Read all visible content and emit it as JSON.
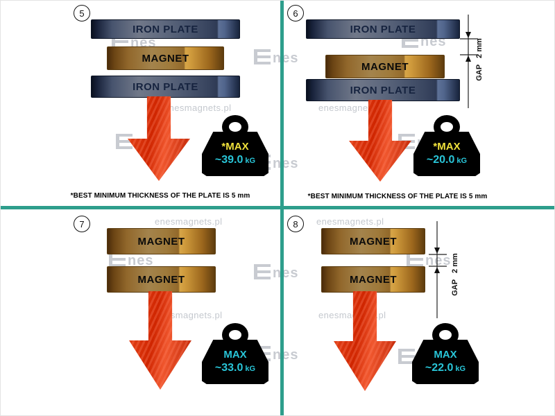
{
  "brand": {
    "watermark_text": "enesmagnets.pl",
    "logo_text": "nes"
  },
  "divider_color": "#2e9e8c",
  "panels": [
    {
      "number": "5",
      "layers": [
        {
          "type": "iron-plate",
          "label": "IRON PLATE"
        },
        {
          "type": "magnet",
          "label": "MAGNET"
        },
        {
          "type": "iron-plate",
          "label": "IRON PLATE"
        }
      ],
      "weight": {
        "label": "*MAX",
        "label_color": "#f0e13c",
        "value": "~39.0",
        "unit": "kG",
        "value_color": "#29c5d8"
      },
      "footnote": {
        "text": "*BEST MINIMUM THICKNESS OF THE PLATE IS",
        "bold": "5 mm"
      }
    },
    {
      "number": "6",
      "layers": [
        {
          "type": "iron-plate",
          "label": "IRON PLATE"
        },
        {
          "type": "magnet",
          "label": "MAGNET"
        },
        {
          "type": "iron-plate",
          "label": "IRON PLATE"
        }
      ],
      "gap": {
        "label": "GAP",
        "value": "2 mm"
      },
      "weight": {
        "label": "*MAX",
        "label_color": "#f0e13c",
        "value": "~20.0",
        "unit": "kG",
        "value_color": "#29c5d8"
      },
      "footnote": {
        "text": "*BEST MINIMUM THICKNESS OF THE PLATE IS",
        "bold": "5 mm"
      }
    },
    {
      "number": "7",
      "layers": [
        {
          "type": "magnet",
          "label": "MAGNET"
        },
        {
          "type": "magnet",
          "label": "MAGNET"
        }
      ],
      "weight": {
        "label": "MAX",
        "label_color": "#29c5d8",
        "value": "~33.0",
        "unit": "kG",
        "value_color": "#29c5d8"
      }
    },
    {
      "number": "8",
      "layers": [
        {
          "type": "magnet",
          "label": "MAGNET"
        },
        {
          "type": "magnet",
          "label": "MAGNET"
        }
      ],
      "gap": {
        "label": "GAP",
        "value": "2 mm"
      },
      "weight": {
        "label": "MAX",
        "label_color": "#29c5d8",
        "value": "~22.0",
        "unit": "kG",
        "value_color": "#29c5d8"
      }
    }
  ]
}
